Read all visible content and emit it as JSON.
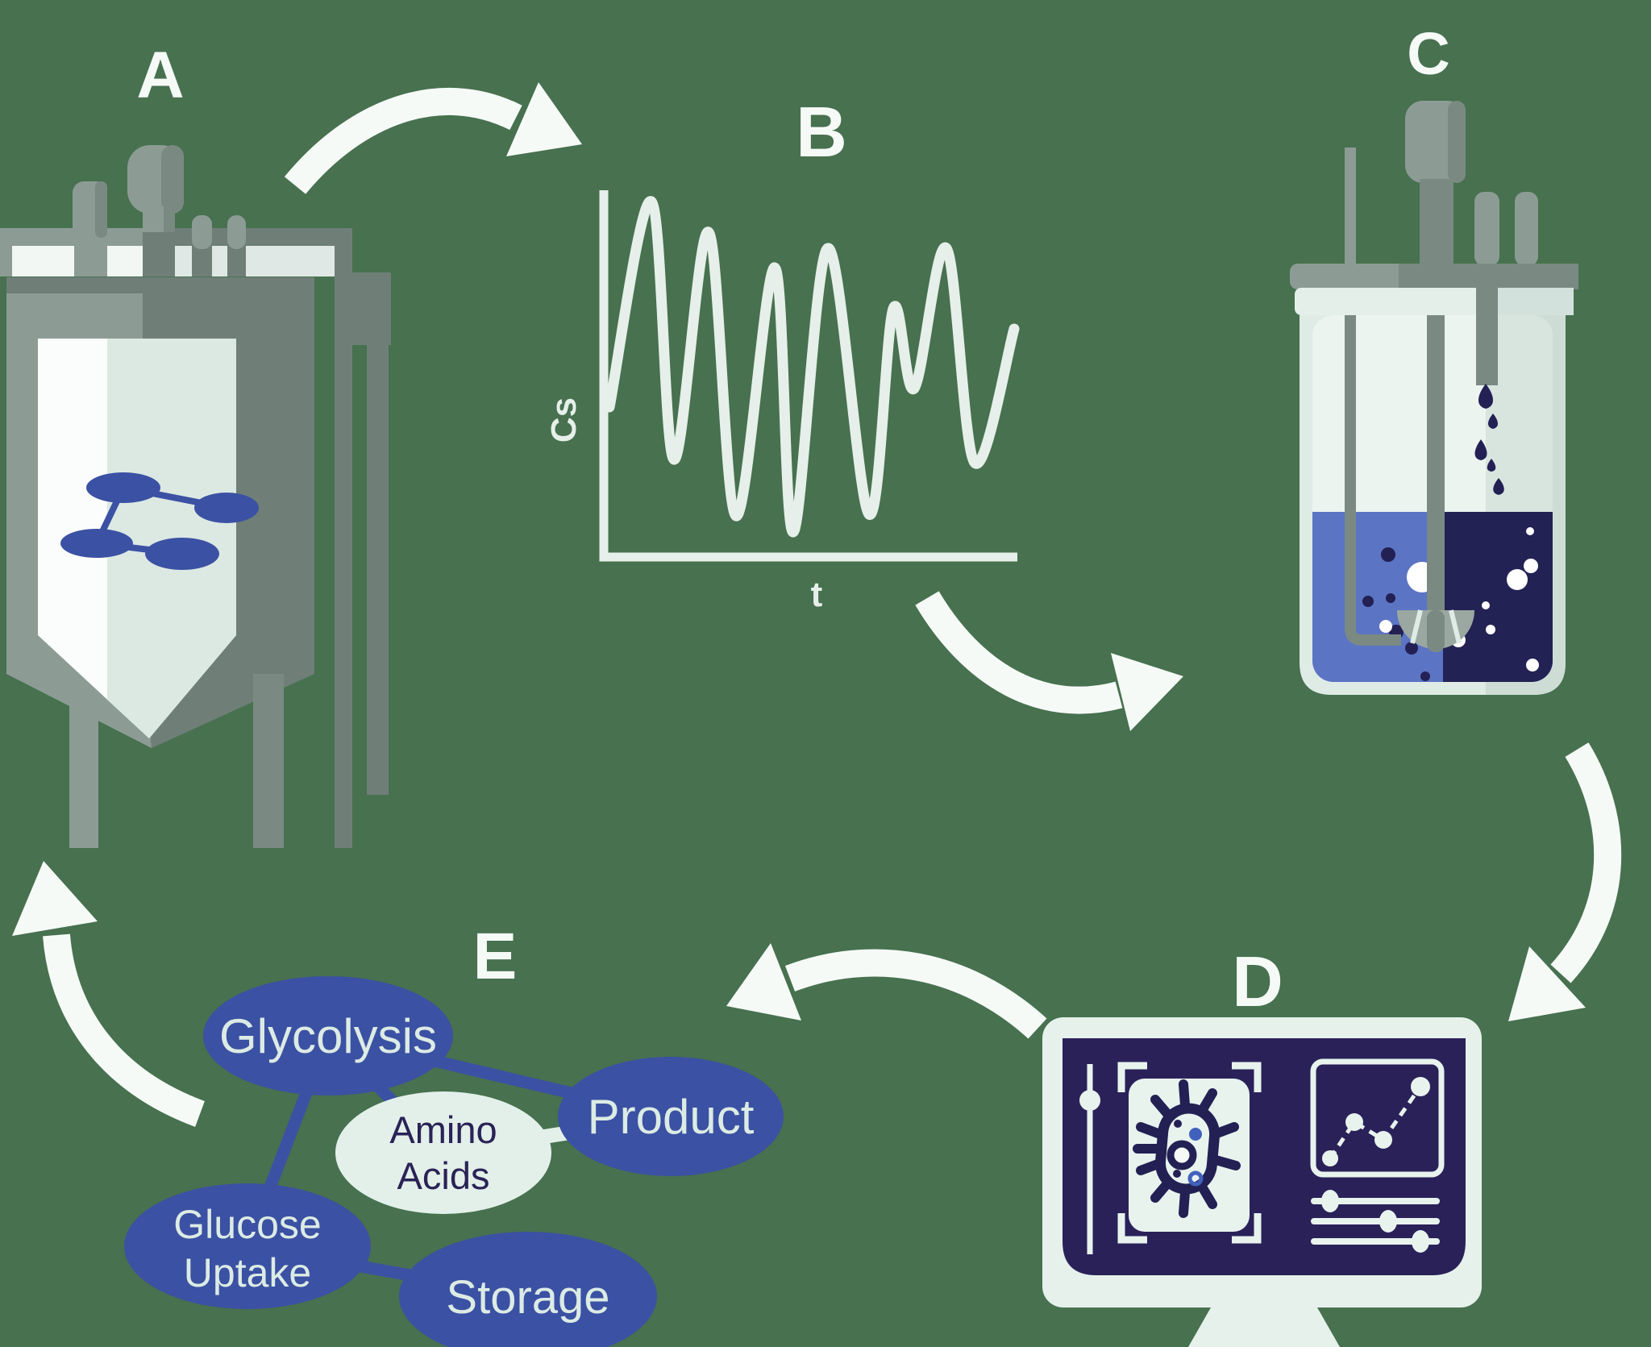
{
  "background": "#47714f",
  "palette": {
    "arrow_white": "#f6faf7",
    "sketch_white": "#e6efe9",
    "node_blue": "#3b51a3",
    "node_text": "#dcebe4",
    "navy": "#252057",
    "screen_navy": "#2a2159",
    "ink_navy": "#232054",
    "liquid_blue": "#5b74c4",
    "liquid_dark": "#232254",
    "amino_fill": "#e3f0ea",
    "amino_text": "#2a2356",
    "steel_light": "#8c9c95",
    "steel_mid": "#7a8a83",
    "steel_dark": "#6f7f78",
    "panel_light": "#f2f7f4",
    "panel_shade": "#dfe8e4",
    "shield_white": "#fbfdfc",
    "shield_tint": "#dce9e3",
    "glass": "#dfebe5",
    "glass_shade": "#cdddd6",
    "headspace": "#ebf4ef",
    "headspace_shade": "#d8e5df",
    "band_light": "#e4efea",
    "band_shade": "#d2e1db",
    "monitor_frame": "#e6f1eb",
    "card_fill": "#e8f3ee",
    "accent_blue": "#4161bd",
    "impeller": "#9aa8a1",
    "bubble_white": "#ffffff"
  },
  "stages": {
    "a": {
      "label": "A"
    },
    "b": {
      "label": "B"
    },
    "c": {
      "label": "C"
    },
    "d": {
      "label": "D"
    },
    "e": {
      "label": "E",
      "nodes": [
        {
          "id": "glycolysis",
          "lines": [
            "Glycolysis"
          ]
        },
        {
          "id": "product",
          "lines": [
            "Product"
          ]
        },
        {
          "id": "amino-acids",
          "lines": [
            "Amino",
            "Acids"
          ]
        },
        {
          "id": "glucose-uptake",
          "lines": [
            "Glucose",
            "Uptake"
          ]
        },
        {
          "id": "storage",
          "lines": [
            "Storage"
          ]
        }
      ]
    }
  },
  "chart_data": {
    "type": "line",
    "title": "",
    "xlabel": "t",
    "ylabel": "Cs",
    "grid": false,
    "legend": false,
    "points": [
      [
        756,
        505
      ],
      [
        808,
        250
      ],
      [
        836,
        570
      ],
      [
        879,
        288
      ],
      [
        913,
        640
      ],
      [
        961,
        332
      ],
      [
        984,
        660
      ],
      [
        1027,
        308
      ],
      [
        1078,
        638
      ],
      [
        1108,
        383
      ],
      [
        1134,
        482
      ],
      [
        1174,
        308
      ],
      [
        1209,
        574
      ],
      [
        1258,
        408
      ]
    ]
  }
}
